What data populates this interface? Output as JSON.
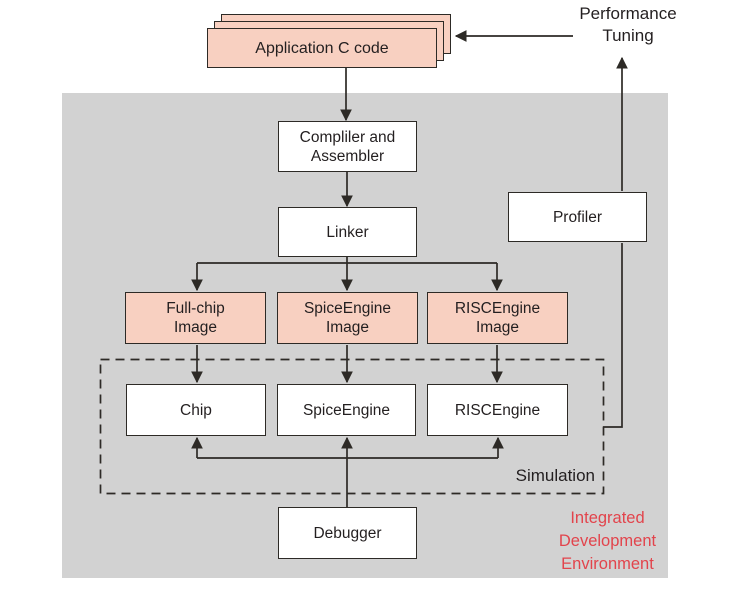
{
  "colors": {
    "panel_gray": "#d2d2d2",
    "box_pink": "#f8d0c1",
    "box_white": "#ffffff",
    "stroke": "#2d2a26",
    "ide_red": "#e2444c"
  },
  "nodes": {
    "application_stack": {
      "label": "Application C code"
    },
    "compiler": {
      "line1": "Compliler and",
      "line2": "Assembler"
    },
    "linker": {
      "label": "Linker"
    },
    "fullchip_image": {
      "line1": "Full-chip",
      "line2": "Image"
    },
    "spice_image": {
      "line1": "SpiceEngine",
      "line2": "Image"
    },
    "risc_image": {
      "line1": "RISCEngine",
      "line2": "Image"
    },
    "chip": {
      "label": "Chip"
    },
    "spice_engine": {
      "label": "SpiceEngine"
    },
    "risc_engine": {
      "label": "RISCEngine"
    },
    "debugger": {
      "label": "Debugger"
    },
    "profiler": {
      "label": "Profiler"
    }
  },
  "labels": {
    "performance_tuning": {
      "line1": "Performance",
      "line2": "Tuning"
    },
    "simulation": "Simulation",
    "ide": {
      "line1": "Integrated",
      "line2": "Development",
      "line3": "Environment"
    }
  }
}
